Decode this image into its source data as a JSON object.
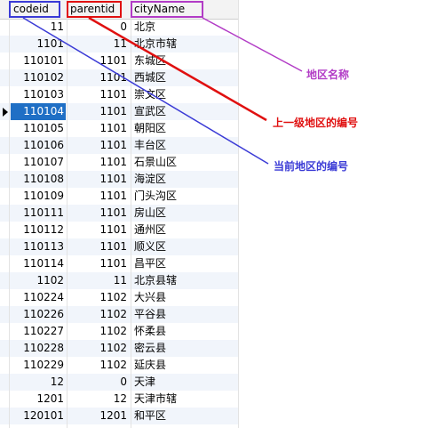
{
  "columns": [
    "codeid",
    "parentid",
    "cityName"
  ],
  "rows": [
    {
      "codeid": "11",
      "parentid": "0",
      "cityName": "北京"
    },
    {
      "codeid": "1101",
      "parentid": "11",
      "cityName": "北京市辖"
    },
    {
      "codeid": "110101",
      "parentid": "1101",
      "cityName": "东城区"
    },
    {
      "codeid": "110102",
      "parentid": "1101",
      "cityName": "西城区"
    },
    {
      "codeid": "110103",
      "parentid": "1101",
      "cityName": "崇文区"
    },
    {
      "codeid": "110104",
      "parentid": "1101",
      "cityName": "宣武区"
    },
    {
      "codeid": "110105",
      "parentid": "1101",
      "cityName": "朝阳区"
    },
    {
      "codeid": "110106",
      "parentid": "1101",
      "cityName": "丰台区"
    },
    {
      "codeid": "110107",
      "parentid": "1101",
      "cityName": "石景山区"
    },
    {
      "codeid": "110108",
      "parentid": "1101",
      "cityName": "海淀区"
    },
    {
      "codeid": "110109",
      "parentid": "1101",
      "cityName": "门头沟区"
    },
    {
      "codeid": "110111",
      "parentid": "1101",
      "cityName": "房山区"
    },
    {
      "codeid": "110112",
      "parentid": "1101",
      "cityName": "通州区"
    },
    {
      "codeid": "110113",
      "parentid": "1101",
      "cityName": "顺义区"
    },
    {
      "codeid": "110114",
      "parentid": "1101",
      "cityName": "昌平区"
    },
    {
      "codeid": "1102",
      "parentid": "11",
      "cityName": "北京县辖"
    },
    {
      "codeid": "110224",
      "parentid": "1102",
      "cityName": "大兴县"
    },
    {
      "codeid": "110226",
      "parentid": "1102",
      "cityName": "平谷县"
    },
    {
      "codeid": "110227",
      "parentid": "1102",
      "cityName": "怀柔县"
    },
    {
      "codeid": "110228",
      "parentid": "1102",
      "cityName": "密云县"
    },
    {
      "codeid": "110229",
      "parentid": "1102",
      "cityName": "延庆县"
    },
    {
      "codeid": "12",
      "parentid": "0",
      "cityName": "天津"
    },
    {
      "codeid": "1201",
      "parentid": "12",
      "cityName": "天津市辖"
    },
    {
      "codeid": "120101",
      "parentid": "1201",
      "cityName": "和平区"
    }
  ],
  "selected_row_index": 5,
  "annotations": {
    "city_name": "地区名称",
    "parent_code": "上一级地区的编号",
    "current_code": "当前地区的编号"
  },
  "colors": {
    "codeid_box": "#3b3bd6",
    "parentid_box": "#e01010",
    "cityname_box": "#b23cc6",
    "selected_cell": "#1f6fc5",
    "alt_row": "#f1f5fb"
  }
}
